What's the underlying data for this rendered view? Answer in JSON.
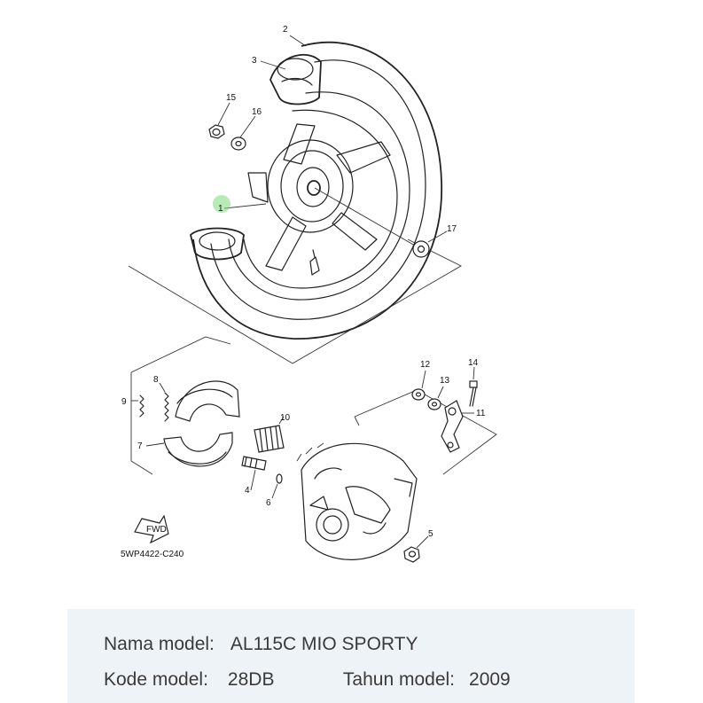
{
  "diagram": {
    "code": "5WP4422-C240",
    "fwd_label": "FWD",
    "part_numbers": [
      "1",
      "2",
      "3",
      "4",
      "5",
      "6",
      "7",
      "8",
      "9",
      "10",
      "11",
      "12",
      "13",
      "14",
      "15",
      "16",
      "17"
    ]
  },
  "info": {
    "model_name_label": "Nama model:",
    "model_name_value": "AL115C MIO SPORTY",
    "model_code_label": "Kode model:",
    "model_code_value": "28DB",
    "year_label": "Tahun model:",
    "year_value": "2009"
  },
  "colors": {
    "panel_bg": "#eef3f7",
    "text": "#3a3a3a",
    "highlight": "#7ed87e"
  }
}
